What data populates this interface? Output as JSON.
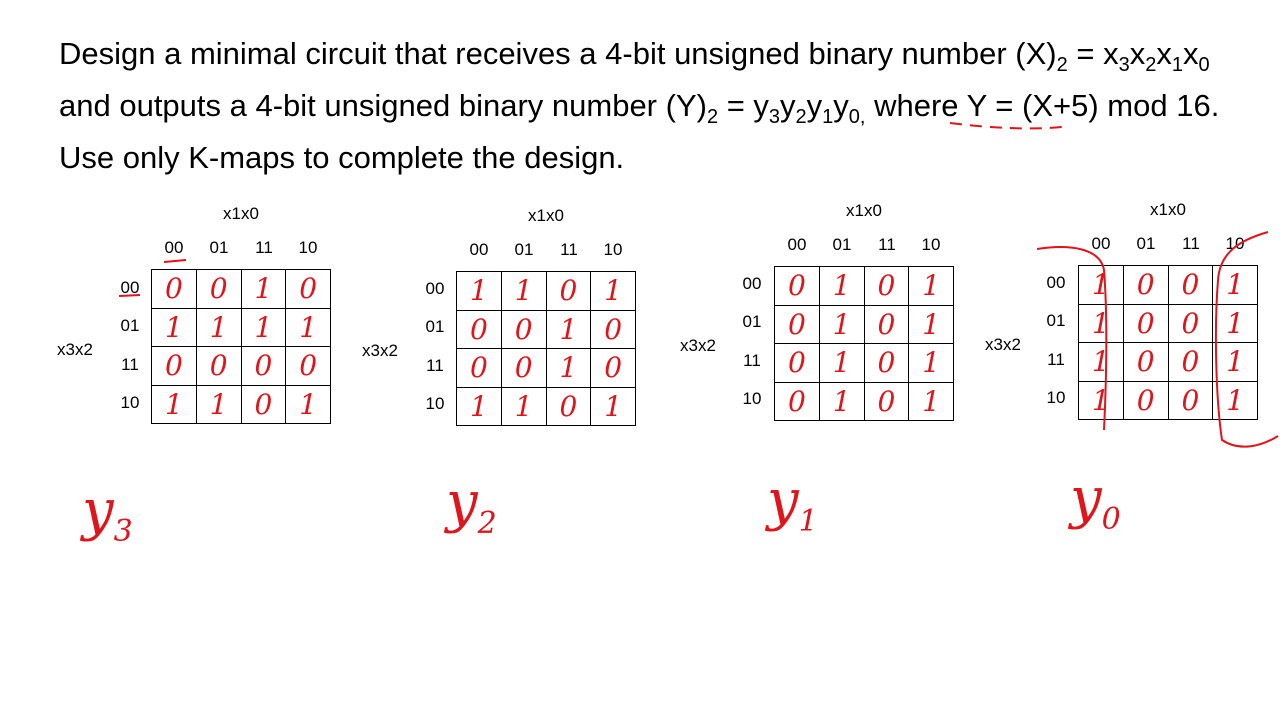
{
  "problem": {
    "segments": [
      {
        "t": "Design a minimal circuit that receives a 4-bit unsigned binary number (X)"
      },
      {
        "sub": "2"
      },
      {
        "t": " = x"
      },
      {
        "sub": "3"
      },
      {
        "t": "x"
      },
      {
        "sub": "2"
      },
      {
        "t": "x"
      },
      {
        "sub": "1"
      },
      {
        "t": "x"
      },
      {
        "sub": "0"
      },
      {
        "t": " and outputs a 4-bit unsigned binary number (Y)"
      },
      {
        "sub": "2"
      },
      {
        "t": " = y"
      },
      {
        "sub": "3"
      },
      {
        "t": "y"
      },
      {
        "sub": "2"
      },
      {
        "t": "y"
      },
      {
        "sub": "1"
      },
      {
        "t": "y"
      },
      {
        "sub": "0,"
      },
      {
        "t": " where Y = (X+5) mod 16.  Use only K-maps to complete the design."
      }
    ]
  },
  "kmaps": [
    {
      "id": "y3",
      "col_var": "x1x0",
      "row_var": "x3x2",
      "cols": [
        "00",
        "01",
        "11",
        "10"
      ],
      "rows": [
        "00",
        "01",
        "11",
        "10"
      ],
      "cells": [
        [
          "0",
          "0",
          "1",
          "0"
        ],
        [
          "1",
          "1",
          "1",
          "1"
        ],
        [
          "0",
          "0",
          "0",
          "0"
        ],
        [
          "1",
          "1",
          "0",
          "1"
        ]
      ],
      "name": "y",
      "name_sub": "3"
    },
    {
      "id": "y2",
      "col_var": "x1x0",
      "row_var": "x3x2",
      "cols": [
        "00",
        "01",
        "11",
        "10"
      ],
      "rows": [
        "00",
        "01",
        "11",
        "10"
      ],
      "cells": [
        [
          "1",
          "1",
          "0",
          "1"
        ],
        [
          "0",
          "0",
          "1",
          "0"
        ],
        [
          "0",
          "0",
          "1",
          "0"
        ],
        [
          "1",
          "1",
          "0",
          "1"
        ]
      ],
      "name": "y",
      "name_sub": "2"
    },
    {
      "id": "y1",
      "col_var": "x1x0",
      "row_var": "x3x2",
      "cols": [
        "00",
        "01",
        "11",
        "10"
      ],
      "rows": [
        "00",
        "01",
        "11",
        "10"
      ],
      "cells": [
        [
          "0",
          "1",
          "0",
          "1"
        ],
        [
          "0",
          "1",
          "0",
          "1"
        ],
        [
          "0",
          "1",
          "0",
          "1"
        ],
        [
          "0",
          "1",
          "0",
          "1"
        ]
      ],
      "name": "y",
      "name_sub": "1"
    },
    {
      "id": "y0",
      "col_var": "x1x0",
      "row_var": "x3x2",
      "cols": [
        "00",
        "01",
        "11",
        "10"
      ],
      "rows": [
        "00",
        "01",
        "11",
        "10"
      ],
      "cells": [
        [
          "1",
          "0",
          "0",
          "1"
        ],
        [
          "1",
          "0",
          "0",
          "1"
        ],
        [
          "1",
          "0",
          "0",
          "1"
        ],
        [
          "1",
          "0",
          "0",
          "1"
        ]
      ],
      "name": "y",
      "name_sub": "0"
    }
  ],
  "colors": {
    "ink": "#e0141b",
    "text": "#000000"
  }
}
